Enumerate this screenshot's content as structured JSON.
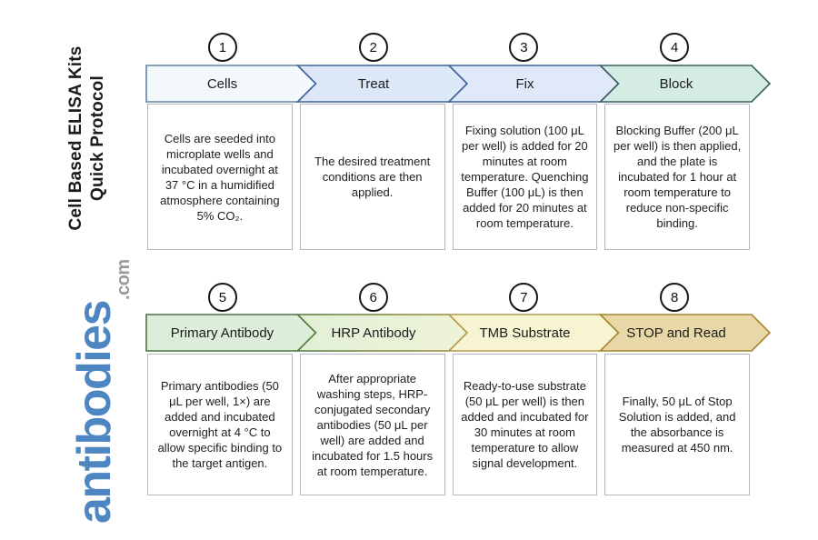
{
  "page": {
    "background": "#ffffff"
  },
  "sidebar": {
    "title_line1": "Cell Based ELISA Kits",
    "title_line2": "Quick Protocol",
    "logo_text": "antibodies",
    "logo_suffix": ".com",
    "logo_color": "#4e86c2",
    "logo_suffix_color": "#9a9a9a"
  },
  "steps": [
    {
      "number": "1",
      "label": "Cells",
      "fill": "#f3f8fc",
      "stroke": "#64829f",
      "description": "Cells are seeded into microplate wells and incubated overnight at 37 °C in a humidified atmosphere containing 5% CO₂."
    },
    {
      "number": "2",
      "label": "Treat",
      "fill": "#dce7f8",
      "stroke": "#3e639b",
      "description": "The desired treatment conditions are then applied."
    },
    {
      "number": "3",
      "label": "Fix",
      "fill": "#dfe9f8",
      "stroke": "#3e639b",
      "description": "Fixing solution (100 μL per well) is added for 20 minutes at room temperature. Quenching Buffer (100 μL) is then added for 20 minutes at room temperature."
    },
    {
      "number": "4",
      "label": "Block",
      "fill": "#d5ece5",
      "stroke": "#3a5f5f",
      "description": "Blocking Buffer (200 μL per well) is then applied, and the plate is incubated for 1 hour at room temperature to reduce non-specific binding."
    },
    {
      "number": "5",
      "label": "Primary Antibody",
      "fill": "#dcedd9",
      "stroke": "#497540",
      "description": "Primary antibodies (50 μL per well, 1×) are added and incubated overnight at 4 °C to allow specific binding to the target antigen."
    },
    {
      "number": "6",
      "label": "HRP Antibody",
      "fill": [
        "#e2f0d8",
        "#eef3d5"
      ],
      "stroke": [
        "#517d3e",
        "#a38c3f"
      ],
      "description": "After appropriate washing steps, HRP-conjugated secondary antibodies (50 μL per well) are added and incubated for 1.5 hours at room temperature."
    },
    {
      "number": "7",
      "label": "TMB Substrate",
      "fill": "#f7f4d1",
      "stroke": "#b39a4d",
      "description": "Ready-to-use substrate (50 μL per well) is then added and incubated for 30 minutes at room temperature to allow signal development."
    },
    {
      "number": "8",
      "label": "STOP and Read",
      "fill": "#e8d8a7",
      "stroke": "#a5852f",
      "description": "Finally, 50 μL of Stop Solution is added, and the absorbance is measured at 450 nm."
    }
  ]
}
